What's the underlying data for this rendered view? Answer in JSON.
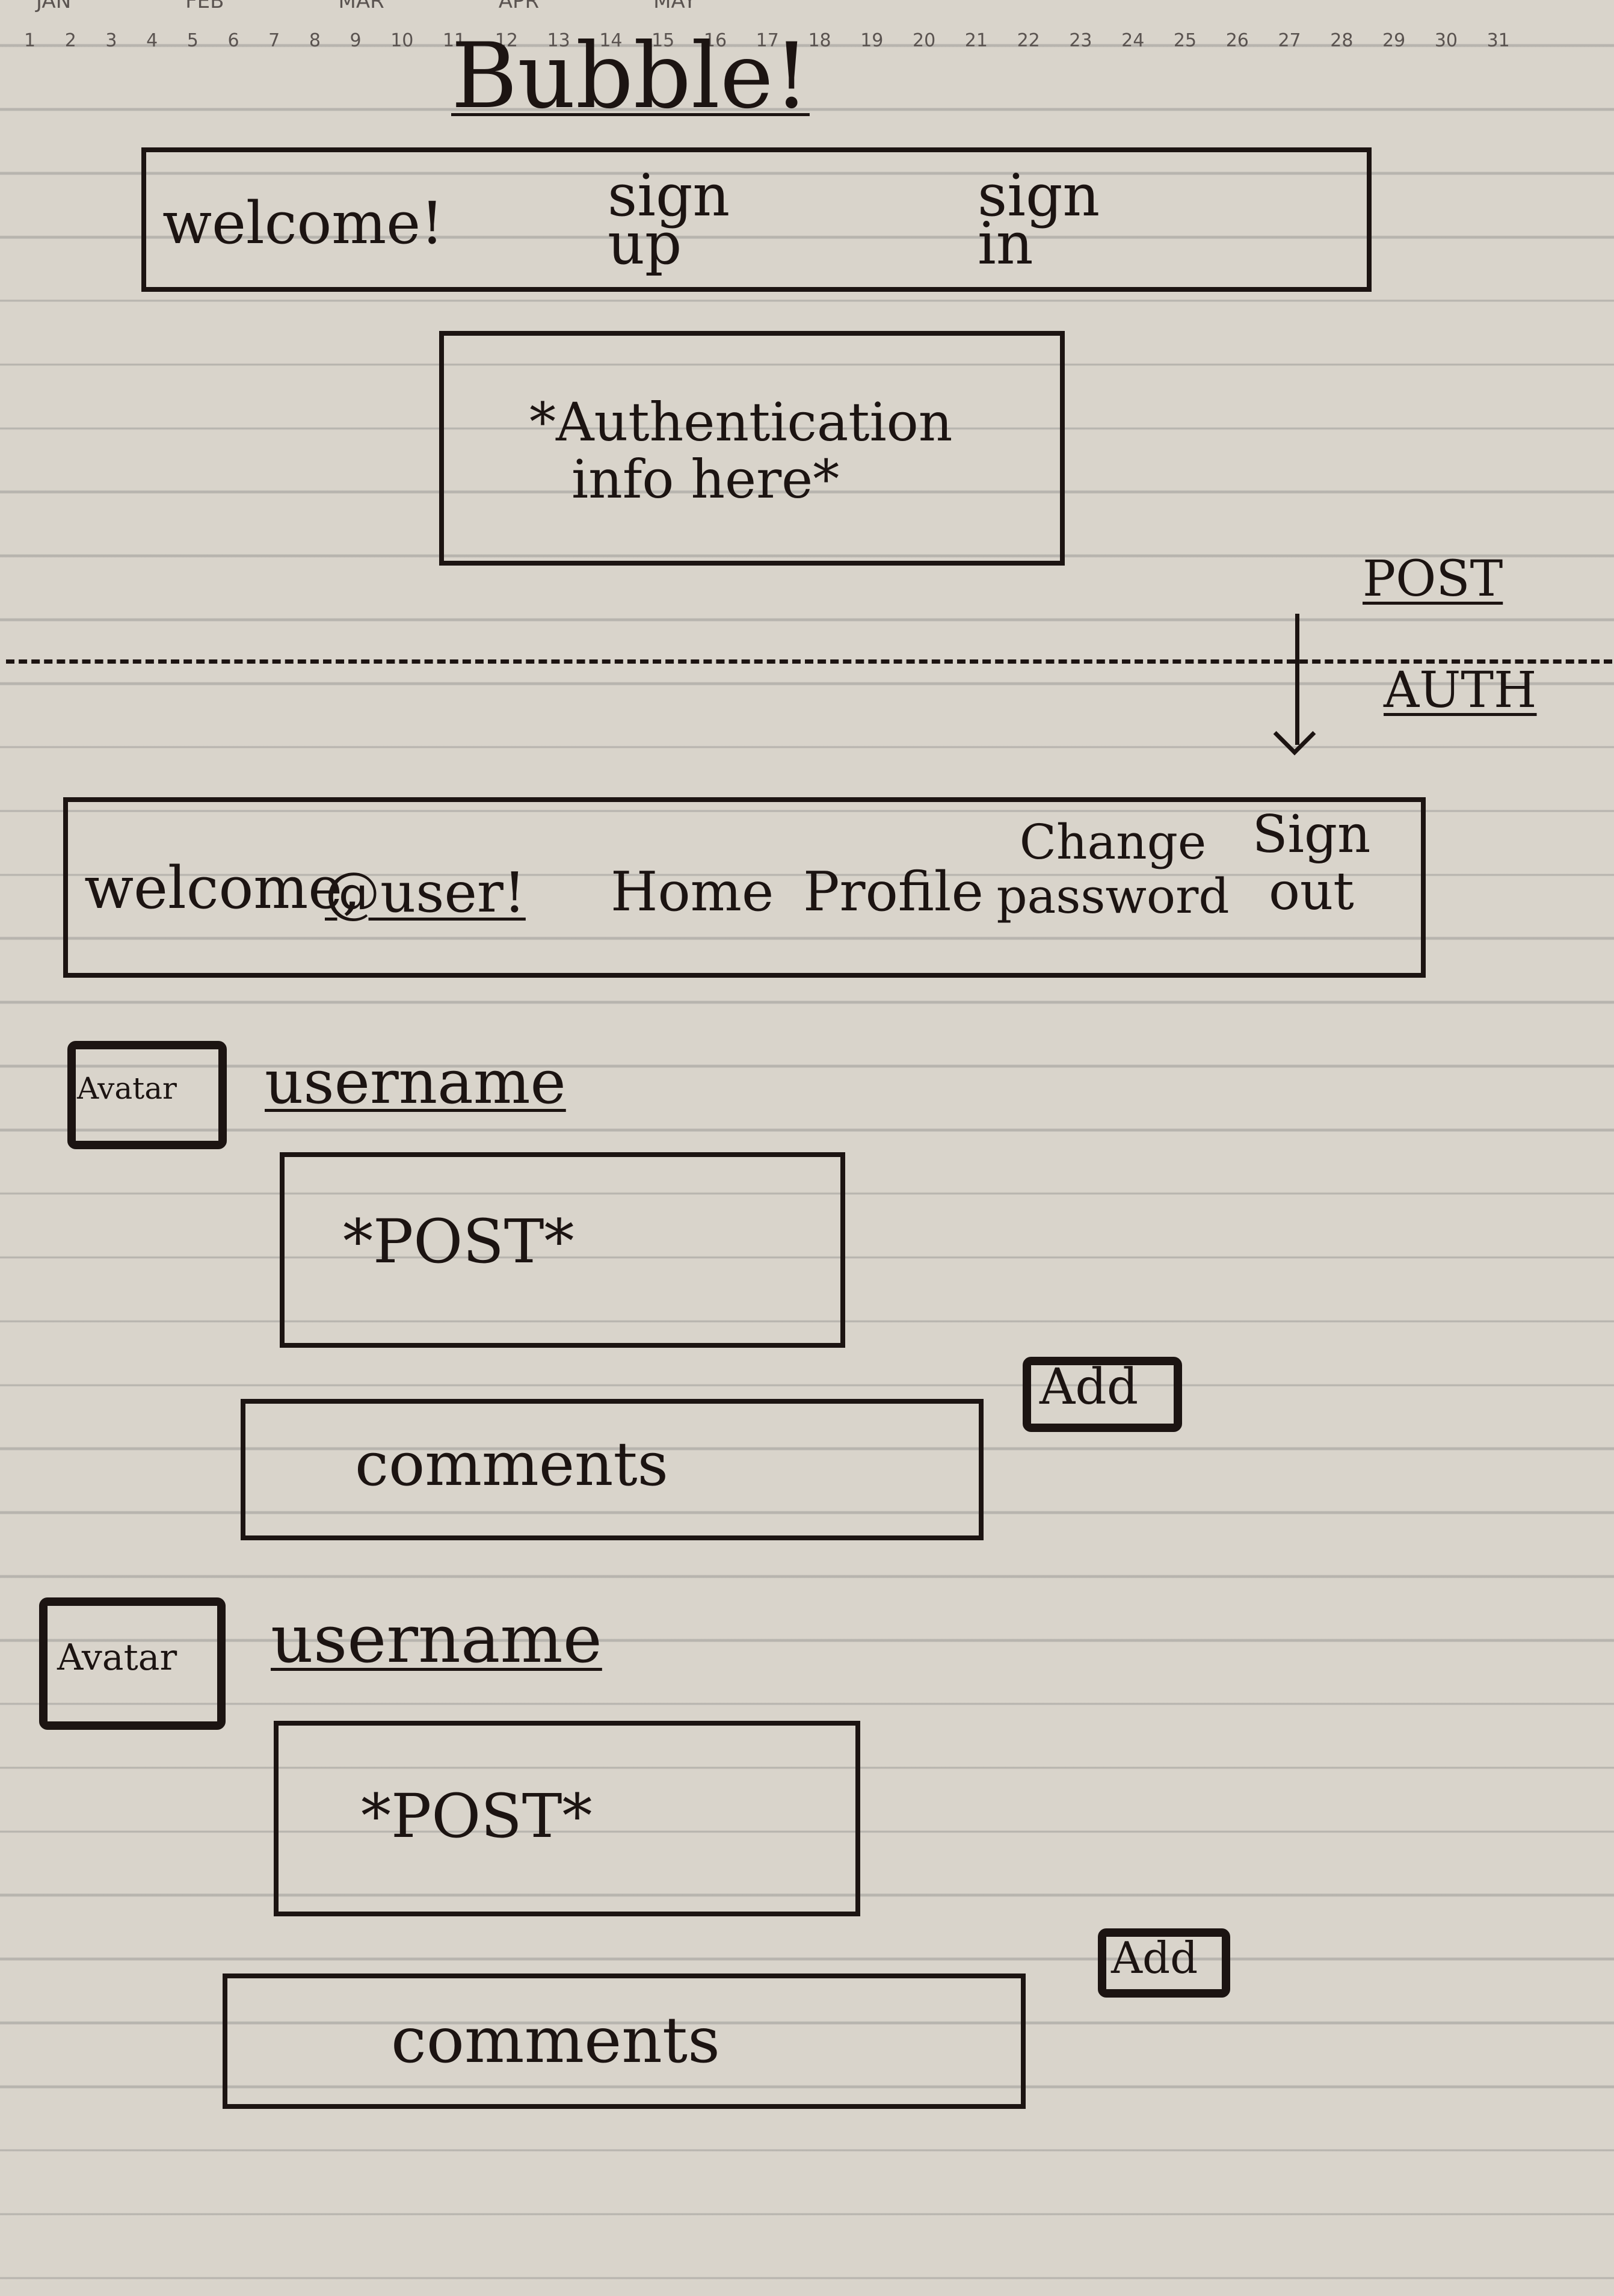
{
  "calendar": {
    "months": [
      "JAN",
      "FEB",
      "MAR",
      "APR",
      "MAY"
    ],
    "days": [
      "1",
      "2",
      "3",
      "4",
      "5",
      "6",
      "7",
      "8",
      "9",
      "10",
      "11",
      "12",
      "13",
      "14",
      "15",
      "16",
      "17",
      "18",
      "19",
      "20",
      "21",
      "22",
      "23",
      "24",
      "25",
      "26",
      "27",
      "28",
      "29",
      "30",
      "31"
    ]
  },
  "app_title": "Bubble!",
  "public_nav": {
    "welcome": "welcome!",
    "sign_up": "sign up",
    "sign_in": "sign in"
  },
  "auth_box": {
    "line1": "*Authentication",
    "line2": "info here*"
  },
  "divider": {
    "post_label": "POST",
    "auth_label": "AUTH"
  },
  "private_nav": {
    "welcome": "welcome,",
    "user": "@user!",
    "home": "Home",
    "profile": "Profile",
    "change_password": "Change password",
    "sign_out": "Sign out"
  },
  "posts": [
    {
      "avatar": "Avatar",
      "username": "username",
      "post": "*POST*",
      "add": "Add",
      "comments": "comments"
    },
    {
      "avatar": "Avatar",
      "username": "username",
      "post": "*POST*",
      "add": "Add",
      "comments": "comments"
    }
  ]
}
